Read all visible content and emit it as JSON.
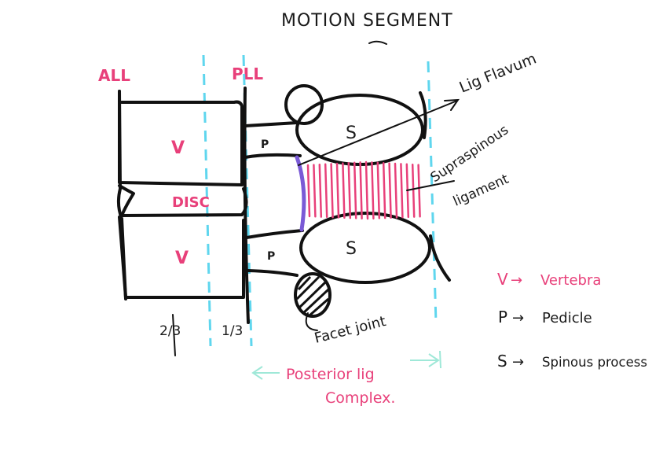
{
  "title": "MOTION SEGMENT",
  "column_labels": {
    "anterior": "ALL",
    "posterior": "PLL"
  },
  "body_labels": {
    "upper": "V",
    "disc": "DISC",
    "lower": "V"
  },
  "pedicle_marks": {
    "upper": "P",
    "lower": "P"
  },
  "process_labels": {
    "upper": "S",
    "lower": "S"
  },
  "annotations": {
    "lig_flavum": "Lig Flavum",
    "supraspinous_line1": "Supraspinous",
    "supraspinous_line2": "ligament",
    "facet_joint": "Facet joint",
    "two_thirds": "2/3",
    "one_third": "1/3",
    "posterior_complex_line1": "Posterior lig",
    "posterior_complex_line2": "Complex."
  },
  "legend": [
    {
      "key": "V",
      "arrow": "→",
      "text": "Vertebra",
      "color": "#e8407a"
    },
    {
      "key": "P",
      "arrow": "→",
      "text": "Pedicle",
      "color": "#1a1a1a"
    },
    {
      "key": "S",
      "arrow": "→",
      "text": "Spinous process",
      "color": "#1a1a1a"
    }
  ],
  "colors": {
    "ink": "#111111",
    "pink": "#e8407a",
    "cyan": "#5fd6ee",
    "purple": "#7a5ad6",
    "mint": "#9fe8d8"
  }
}
